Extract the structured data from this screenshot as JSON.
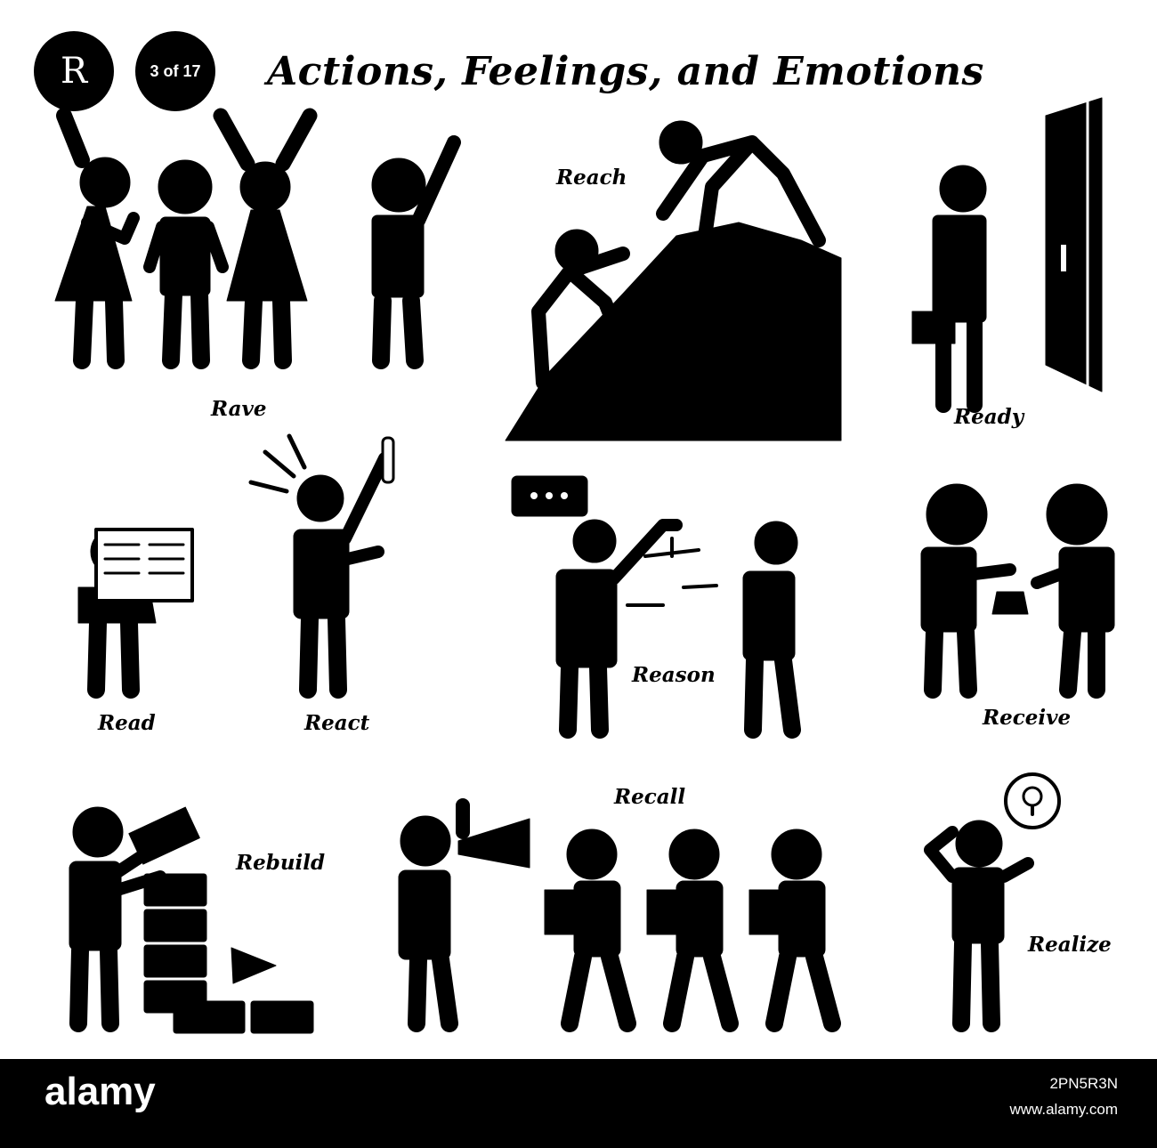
{
  "header": {
    "badge_letter": "R",
    "badge_count": "3 of 17",
    "title": "Actions, Feelings, and Emotions"
  },
  "labels": {
    "rave": "Rave",
    "reach": "Reach",
    "ready": "Ready",
    "read": "Read",
    "react": "React",
    "reason": "Reason",
    "receive": "Receive",
    "rebuild": "Rebuild",
    "recall": "Recall",
    "realize": "Realize"
  },
  "footer": {
    "brand": "alamy",
    "image_id": "2PN5R3N",
    "site": "www.alamy.com"
  },
  "colors": {
    "ink": "#000000",
    "paper": "#ffffff"
  }
}
